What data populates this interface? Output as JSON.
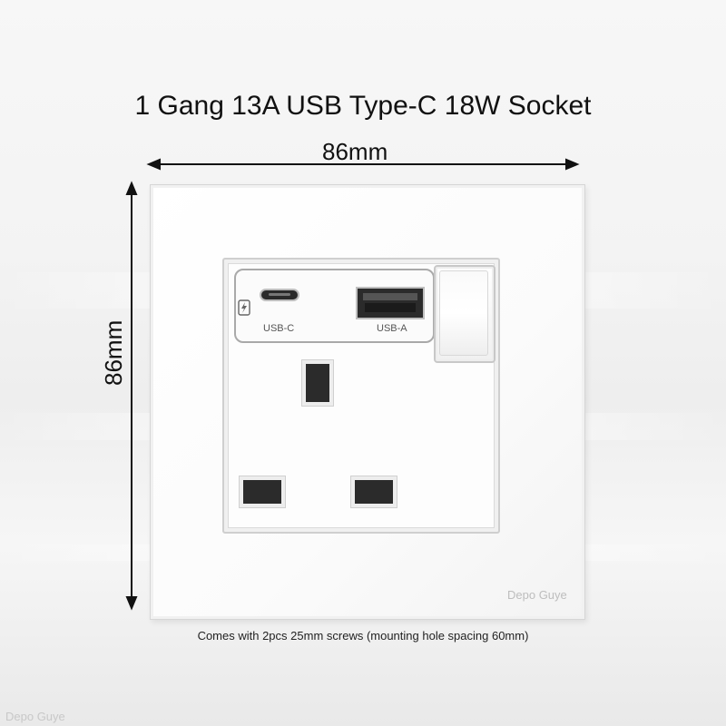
{
  "title": "1 Gang 13A USB Type-C 18W Socket",
  "dimensions": {
    "width": "86mm",
    "height": "86mm"
  },
  "socket": {
    "usb_c_label": "USB-C",
    "usb_a_label": "USB-A"
  },
  "note": "Comes with 2pcs 25mm screws (mounting hole spacing 60mm)",
  "watermarks": {
    "plate": "Depo Guye",
    "corner": "Depo Guye"
  },
  "icons": {
    "fast_charge": "fast-charge-icon",
    "arrow": "dimension-arrow-icon"
  }
}
